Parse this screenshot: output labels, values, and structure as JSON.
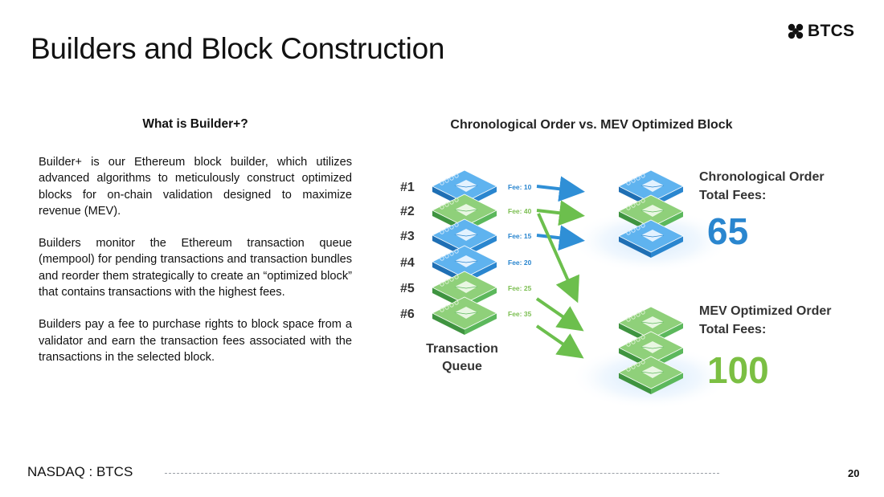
{
  "slide": {
    "title": "Builders and Block Construction",
    "logo_text": "BTCS",
    "footer_ticker": "NASDAQ : BTCS",
    "page_number": "20"
  },
  "left": {
    "heading": "What is Builder+?",
    "paragraphs": [
      "Builder+ is our Ethereum block builder, which utilizes advanced algorithms to meticulously construct optimized blocks for on-chain validation designed to maximize revenue (MEV).",
      "Builders monitor the Ethereum transaction queue (mempool) for pending transactions and transaction bundles and reorder them strategically to create an “optimized block” that contains transactions with the highest fees.",
      "Builders pay a fee to purchase rights to block space from a validator and earn the transaction fees associated with the transactions in the selected block."
    ]
  },
  "diagram": {
    "title": "Chronological Order vs. MEV Optimized Block",
    "queue_label_line1": "Transaction",
    "queue_label_line2": "Queue",
    "transactions": [
      {
        "label": "#1",
        "fee": "Fee: 10",
        "color": "blue"
      },
      {
        "label": "#2",
        "fee": "Fee: 40",
        "color": "green"
      },
      {
        "label": "#3",
        "fee": "Fee: 15",
        "color": "blue"
      },
      {
        "label": "#4",
        "fee": "Fee: 20",
        "color": "blue"
      },
      {
        "label": "#5",
        "fee": "Fee: 25",
        "color": "green"
      },
      {
        "label": "#6",
        "fee": "Fee: 35",
        "color": "green"
      }
    ],
    "chronological": {
      "label_line1": "Chronological Order",
      "label_line2": "Total Fees:",
      "total": "65",
      "blocks": [
        "blue",
        "green",
        "blue"
      ]
    },
    "mev": {
      "label_line1": "MEV Optimized Order",
      "label_line2": "Total Fees:",
      "total": "100",
      "blocks": [
        "green",
        "green",
        "green"
      ]
    },
    "colors": {
      "blue": "#2f8fd6",
      "green": "#5cb85c",
      "blue_total": "#2a86cf",
      "green_total": "#7bbf43",
      "fee_blue": "#2a86cf",
      "fee_green": "#7cbf52",
      "arrow_blue": "#2f8fd6",
      "arrow_green": "#6cbf4d"
    }
  }
}
